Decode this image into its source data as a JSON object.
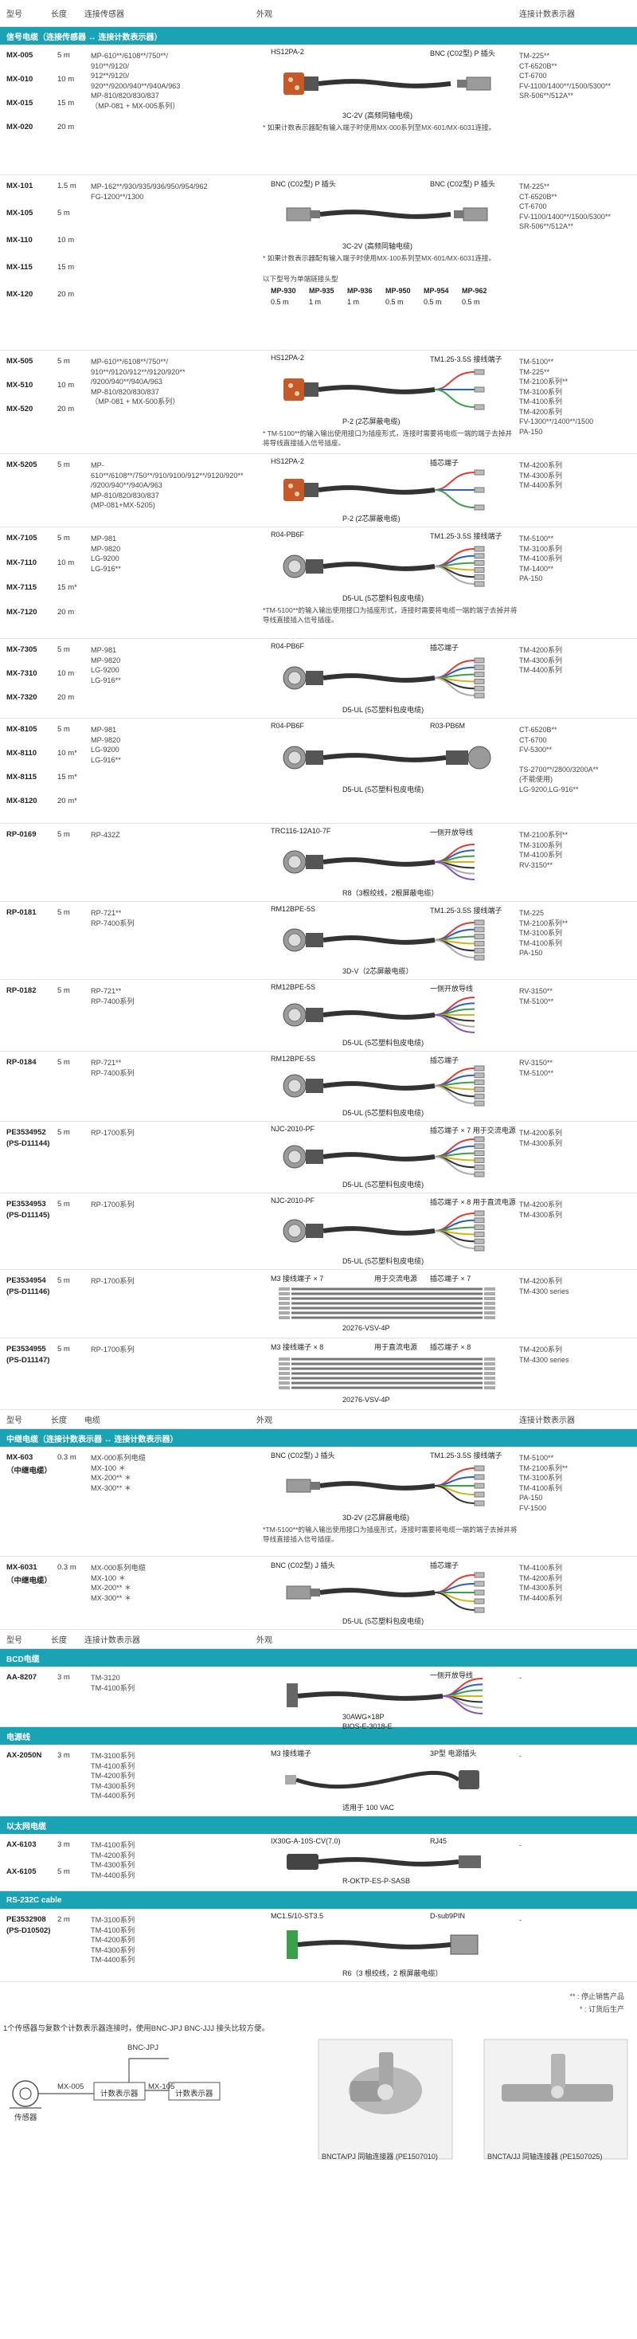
{
  "header": {
    "col_model": "型号",
    "col_len": "长度",
    "col_src": "连接传感器",
    "col_fig": "外观",
    "col_dst": "连接计数表示器"
  },
  "sections": {
    "signal": "信号电缆（连接传感器 ↔ 连接计数表示器）",
    "relay": "中继电缆（连接计数表示器 ↔ 连接计数表示器）",
    "bcd": "BCD电缆",
    "power": "电源线",
    "ethernet": "以太网电缆",
    "rs232": "RS-232C cable"
  },
  "header2": {
    "col_model": "型号",
    "col_len": "长度",
    "col_src": "电缆",
    "col_fig": "外观",
    "col_dst": "连接计数表示器"
  },
  "header3": {
    "col_model": "型号",
    "col_len": "长度",
    "col_src": "连接计数表示器",
    "col_fig": "外观"
  },
  "g1": {
    "items": [
      [
        "MX-005",
        "5 m"
      ],
      [
        "MX-010",
        "10 m"
      ],
      [
        "MX-015",
        "15 m"
      ],
      [
        "MX-020",
        "20 m"
      ]
    ],
    "src": [
      "MP-610**/6108**/750**/",
      "910**/9120/",
      "912**/9120/",
      "920**/9200/940**/940A/963",
      "MP-810/820/830/837",
      "（MP-081 + MX-005系列）"
    ],
    "dst": [
      "TM-225**",
      "CT-6520B**",
      "CT-6700",
      "FV-1100/1400**/1500/5300**",
      "SR-506**/512A**"
    ],
    "c_left": "HS12PA-2",
    "c_right": "BNC (C02型) P 插头",
    "cable": "3C-2V (高频同轴电缆)",
    "note": "* 如果计数表示器配有输入端子时使用MX-000系列至MX-601/MX-6031连接。"
  },
  "g2": {
    "items": [
      [
        "MX-101",
        "1.5 m"
      ],
      [
        "MX-105",
        "5 m"
      ],
      [
        "MX-110",
        "10 m"
      ],
      [
        "MX-115",
        "15 m"
      ],
      [
        "MX-120",
        "20 m"
      ]
    ],
    "src": [
      "MP-162**/930/935/936/950/954/962",
      "FG-1200**/1300"
    ],
    "dst": [
      "TM-225**",
      "CT-6520B**",
      "CT-6700",
      "FV-1100/1400**/1500/5300**",
      "SR-506**/512A**"
    ],
    "c_left": "BNC (C02型) P 插头",
    "c_right": "BNC (C02型) P 插头",
    "cable": "3C-2V (高频同轴电缆)",
    "note": "* 如果计数表示器配有输入端子时使用MX-100系列至MX-601/MX-6031连接。",
    "note2": "以下型号为单端链接头型",
    "mini_heads": [
      "MP-930",
      "MP-935",
      "MP-936",
      "MP-950",
      "MP-954",
      "MP-962"
    ],
    "mini_vals": [
      "0.5 m",
      "1 m",
      "1 m",
      "0.5 m",
      "0.5 m",
      "0.5 m"
    ]
  },
  "g3": {
    "items": [
      [
        "MX-505",
        "5 m"
      ],
      [
        "MX-510",
        "10 m"
      ],
      [
        "MX-520",
        "20 m"
      ]
    ],
    "src": [
      "MP-610**/6108**/750**/",
      "910**/9120/912**/9120/920**",
      "/9200/940**/940A/963",
      "MP-810/820/830/837",
      "（MP-081 + MX-500系列）"
    ],
    "dst": [
      "TM-5100**",
      "TM-225**",
      "TM-2100系列**",
      "TM-3100系列",
      "TM-4100系列",
      "TM-4200系列",
      "FV-1300**/1400**/1500",
      "PA-150"
    ],
    "c_left": "HS12PA-2",
    "c_right": "TM1.25-3.5S 接线端子",
    "cable": "P-2 (2芯屏蔽电缆)",
    "note": "* TM-5100**的输入输出使用接口为插座形式，连接时需要将电缆一端的端子去掉并将导线直接插入信号插座。"
  },
  "g4": {
    "items": [
      [
        "MX-5205",
        "5 m"
      ]
    ],
    "src": [
      "MP-",
      "610**/6108**/750**/910/9100/912**/9120/920**",
      "/9200/940**/940A/963",
      "MP-810/820/830/837",
      "(MP-081+MX-5205)"
    ],
    "dst": [
      "TM-4200系列",
      "TM-4300系列",
      "TM-4400系列"
    ],
    "c_left": "HS12PA-2",
    "c_right": "插芯端子",
    "cable": "P-2 (2芯屏蔽电缆)"
  },
  "g5": {
    "items": [
      [
        "MX-7105",
        "5 m"
      ],
      [
        "MX-7110",
        "10 m"
      ],
      [
        "MX-7115",
        "15 m*"
      ],
      [
        "MX-7120",
        "20 m"
      ]
    ],
    "src": [
      "MP-981",
      "MP-9820",
      "LG-9200",
      "LG-916**"
    ],
    "dst": [
      "TM-5100**",
      "TM-3100系列",
      "TM-4100系列",
      "TM-1400**",
      "PA-150"
    ],
    "c_left": "R04-PB6F",
    "c_right": "TM1.25-3.5S 接线端子",
    "cable": "D5-UL (5芯塑料包皮电缆)",
    "note": "*TM-5100**的输入输出使用接口为插座形式，连接时需要将电缆一端的端子去掉并将导线直接插入信号插座。"
  },
  "g6": {
    "items": [
      [
        "MX-7305",
        "5 m"
      ],
      [
        "MX-7310",
        "10 m"
      ],
      [
        "MX-7320",
        "20 m"
      ]
    ],
    "src": [
      "MP-981",
      "MP-9820",
      "LG-9200",
      "LG-916**"
    ],
    "dst": [
      "TM-4200系列",
      "TM-4300系列",
      "TM-4400系列"
    ],
    "c_left": "R04-PB6F",
    "c_right": "插芯端子",
    "cable": "D5-UL (5芯塑料包皮电缆)"
  },
  "g7": {
    "items": [
      [
        "MX-8105",
        "5 m"
      ],
      [
        "MX-8110",
        "10 m*"
      ],
      [
        "MX-8115",
        "15 m*"
      ],
      [
        "MX-8120",
        "20 m*"
      ]
    ],
    "src": [
      "MP-981",
      "MP-9820",
      "LG-9200",
      "LG-916**"
    ],
    "dst": [
      "CT-6520B**",
      "CT-6700",
      "FV-5300**",
      "",
      "TS-2700**/2800/3200A**",
      "(不能使用)",
      "LG-9200,LG-916**"
    ],
    "c_left": "R04-PB6F",
    "c_right": "R03-PB6M",
    "cable": "D5-UL (5芯塑料包皮电缆)"
  },
  "g8": {
    "items": [
      [
        "RP-0169",
        "5 m"
      ]
    ],
    "src": [
      "RP-432Z"
    ],
    "dst": [
      "TM-2100系列**",
      "TM-3100系列",
      "TM-4100系列",
      "RV-3150**"
    ],
    "c_left": "TRC116-12A10-7F",
    "c_right": "一侧开放导线",
    "cable": "R8（3根绞线，2根屏蔽电缆）"
  },
  "g9": {
    "items": [
      [
        "RP-0181",
        "5 m"
      ]
    ],
    "src": [
      "RP-721**",
      "RP-7400系列"
    ],
    "dst": [
      "TM-225",
      "TM-2100系列**",
      "TM-3100系列",
      "TM-4100系列",
      "PA-150"
    ],
    "c_left": "RM12BPE-5S",
    "c_right": "TM1.25-3.5S 接线端子",
    "cable": "3D-V（2芯屏蔽电缆）"
  },
  "g10": {
    "items": [
      [
        "RP-0182",
        "5 m"
      ]
    ],
    "src": [
      "RP-721**",
      "RP-7400系列"
    ],
    "dst": [
      "RV-3150**",
      "TM-5100**"
    ],
    "c_left": "RM12BPE-5S",
    "c_right": "一侧开放导线",
    "cable": "D5-UL (5芯塑料包皮电缆)"
  },
  "g11": {
    "items": [
      [
        "RP-0184",
        "5 m"
      ]
    ],
    "src": [
      "RP-721**",
      "RP-7400系列"
    ],
    "dst": [
      "RV-3150**",
      "TM-5100**"
    ],
    "c_left": "RM12BPE-5S",
    "c_right": "插芯端子",
    "cable": "D5-UL (5芯塑料包皮电缆)"
  },
  "g12": {
    "items": [
      [
        "PE3534952",
        "5 m"
      ],
      [
        "(PS-D11144)",
        ""
      ]
    ],
    "src": [
      "RP-1700系列"
    ],
    "dst": [
      "TM-4200系列",
      "TM-4300系列"
    ],
    "c_left": "NJC-2010-PF",
    "c_right": "插芯端子 × 7 用于交流电源",
    "cable": "D5-UL (5芯塑料包皮电缆)"
  },
  "g13": {
    "items": [
      [
        "PE3534953",
        "5 m"
      ],
      [
        "(PS-D11145)",
        ""
      ]
    ],
    "src": [
      "RP-1700系列"
    ],
    "dst": [
      "TM-4200系列",
      "TM-4300系列"
    ],
    "c_left": "NJC-2010-PF",
    "c_right": "插芯端子 × 8 用于直流电源",
    "cable": "D5-UL (5芯塑料包皮电缆)"
  },
  "g14": {
    "items": [
      [
        "PE3534954",
        "5 m"
      ],
      [
        "(PS-D11146)",
        ""
      ]
    ],
    "src": [
      "RP-1700系列"
    ],
    "dst": [
      "TM-4200系列",
      "TM-4300 series"
    ],
    "c_left": "M3 接线端子 × 7",
    "c_mid": "用于交流电源",
    "c_right": "插芯端子 × 7",
    "cable": "20276-VSV-4P"
  },
  "g15": {
    "items": [
      [
        "PE3534955",
        "5 m"
      ],
      [
        "(PS-D11147)",
        ""
      ]
    ],
    "src": [
      "RP-1700系列"
    ],
    "dst": [
      "TM-4200系列",
      "TM-4300 series"
    ],
    "c_left": "M3 接线端子 × 8",
    "c_mid": "用于直流电源",
    "c_right": "插芯端子 × 8",
    "cable": "20276-VSV-4P"
  },
  "g16": {
    "items": [
      [
        "MX-603",
        "0.3 m"
      ],
      [
        "（中继电缆）",
        ""
      ]
    ],
    "src": [
      "MX-000系列电缆",
      "MX-100 ＊",
      "MX-200** ＊",
      "MX-300** ＊"
    ],
    "dst": [
      "TM-5100**",
      "TM-2100系列**",
      "TM-3100系列",
      "TM-4100系列",
      "PA-150",
      "FV-1500"
    ],
    "c_left": "BNC (C02型) J 插头",
    "c_right": "TM1.25-3.5S 接线端子",
    "cable": "3D-2V (2芯屏蔽电缆)",
    "note": "*TM-5100**的输入输出使用接口为插座形式，连接时需要将电缆一端的端子去掉并将导线直接插入信号插座。"
  },
  "g17": {
    "items": [
      [
        "MX-6031",
        "0.3 m"
      ],
      [
        "（中继电缆）",
        ""
      ]
    ],
    "src": [
      "MX-000系列电缆",
      "MX-100 ＊",
      "MX-200** ＊",
      "MX-300** ＊"
    ],
    "dst": [
      "TM-4100系列",
      "TM-4200系列",
      "TM-4300系列",
      "TM-4400系列"
    ],
    "c_left": "BNC (C02型) J 插头",
    "c_right": "插芯端子",
    "cable": "D5-UL (5芯塑料包皮电缆)"
  },
  "g18": {
    "items": [
      [
        "AA-8207",
        "3 m"
      ]
    ],
    "src": [
      "TM-3120",
      "TM-4100系列"
    ],
    "dst": [
      "-"
    ],
    "c_right": "一侧开放导线",
    "cable": "30AWG×18P",
    "cable2": "BIOS-E-3018-E"
  },
  "g19": {
    "items": [
      [
        "AX-2050N",
        "3 m"
      ]
    ],
    "src": [
      "TM-3100系列",
      "TM-4100系列",
      "TM-4200系列",
      "TM-4300系列",
      "TM-4400系列"
    ],
    "dst": [
      "-"
    ],
    "c_left": "M3 接线端子",
    "c_right": "3P型 电源插头",
    "cable": "适用于 100 VAC"
  },
  "g20": {
    "items": [
      [
        "AX-6103",
        "3 m"
      ],
      [
        "AX-6105",
        "5 m"
      ]
    ],
    "src": [
      "TM-4100系列",
      "TM-4200系列",
      "TM-4300系列",
      "TM-4400系列"
    ],
    "dst": [
      "-"
    ],
    "c_left": "IX30G-A-10S-CV(7.0)",
    "c_right": "RJ45",
    "cable": "R-OKTP-ES-P-SASB"
  },
  "g21": {
    "items": [
      [
        "PE3532908",
        "2 m"
      ],
      [
        "(PS-D10502)",
        ""
      ]
    ],
    "src": [
      "TM-3100系列",
      "TM-4100系列",
      "TM-4200系列",
      "TM-4300系列",
      "TM-4400系列"
    ],
    "dst": [
      "-"
    ],
    "c_left": "MC1.5/10-ST3.5",
    "c_right": "D-sub9PIN",
    "cable": "R6（3 根绞线，2 根屏蔽电缆）"
  },
  "legend": {
    "l1": "** : 停止销售产品",
    "l2": "* : 订货后生产"
  },
  "bottom": {
    "intro": "1个传感器与复数个计数表示器连接时，使用BNC-JPJ BNC-JJJ 接头比较方便。",
    "jpj": "BNC-JPJ",
    "mx005": "MX-005",
    "mx105": "MX-105",
    "counter": "计数表示器",
    "sensor": "传感器",
    "photo1": "BNCTA/PJ 同轴连接器 (PE1507010)",
    "photo2": "BNCTA/JJ 同轴连接器 (PE1507025)"
  }
}
